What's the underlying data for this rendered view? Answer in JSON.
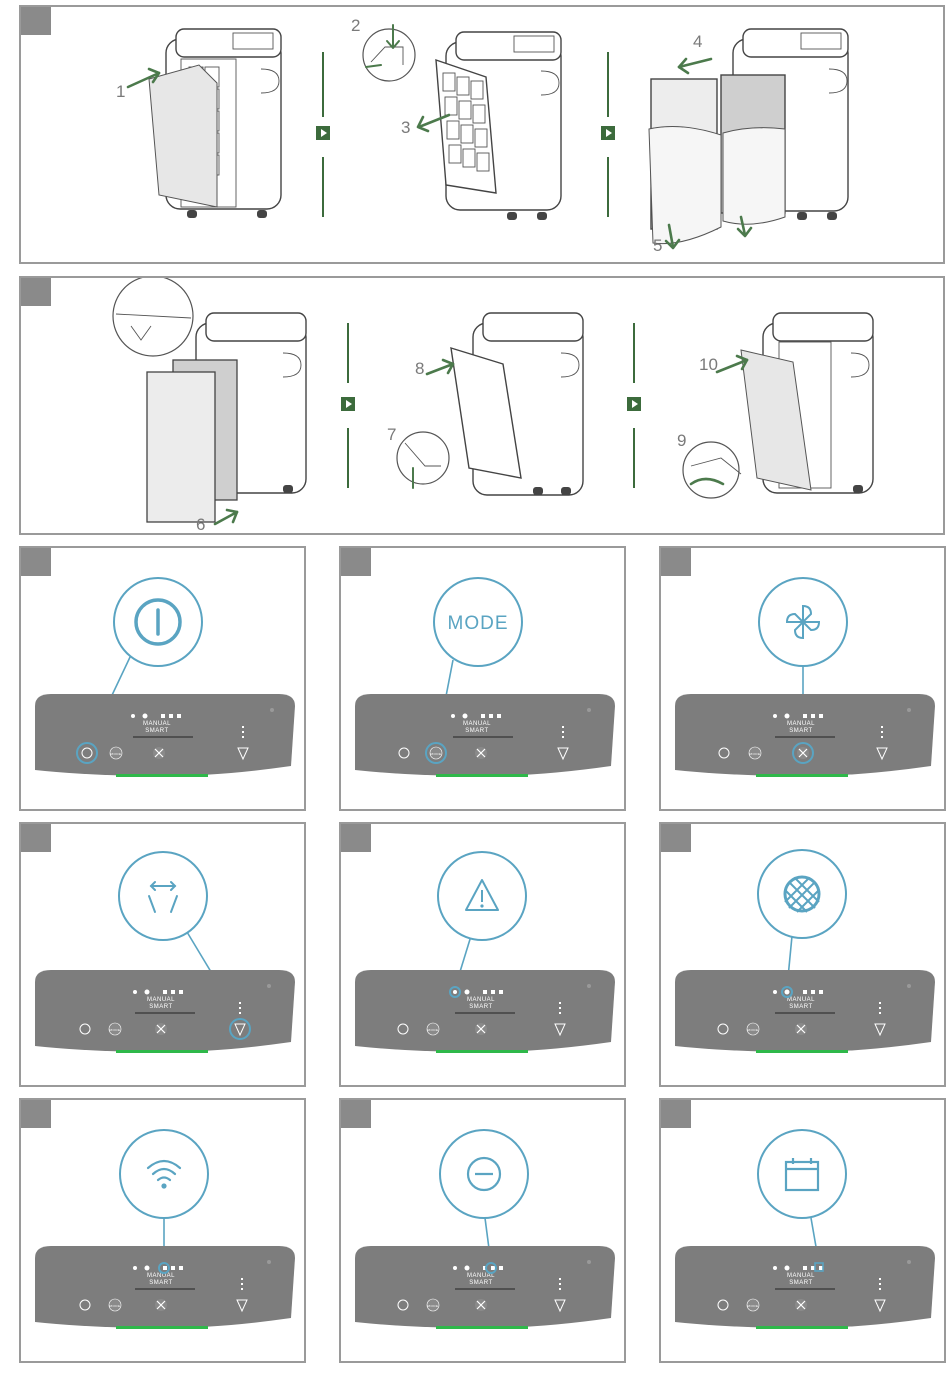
{
  "row1_steps": [
    "1",
    "2",
    "3",
    "4",
    "5"
  ],
  "row2_steps": [
    "6",
    "7",
    "8",
    "9",
    "10"
  ],
  "control_panel": {
    "mode_line1": "MANUAL",
    "mode_line2": "SMART",
    "mode_button": "MODE"
  },
  "callouts": [
    {
      "id": "power",
      "icon": "power-icon"
    },
    {
      "id": "mode",
      "icon": "mode-text",
      "text": "MODE"
    },
    {
      "id": "fan",
      "icon": "fan-icon"
    },
    {
      "id": "swing",
      "icon": "swing-icon"
    },
    {
      "id": "warning",
      "icon": "warning-icon"
    },
    {
      "id": "filter",
      "icon": "filter-icon"
    },
    {
      "id": "wifi",
      "icon": "wifi-icon"
    },
    {
      "id": "minus",
      "icon": "minus-icon"
    },
    {
      "id": "timer",
      "icon": "calendar-icon"
    }
  ],
  "colors": {
    "accent_blue": "#5aa4c2",
    "arrow_green": "#4c7a4c",
    "panel_gray": "#7d7d7d",
    "strip_green": "#2fb84a"
  }
}
